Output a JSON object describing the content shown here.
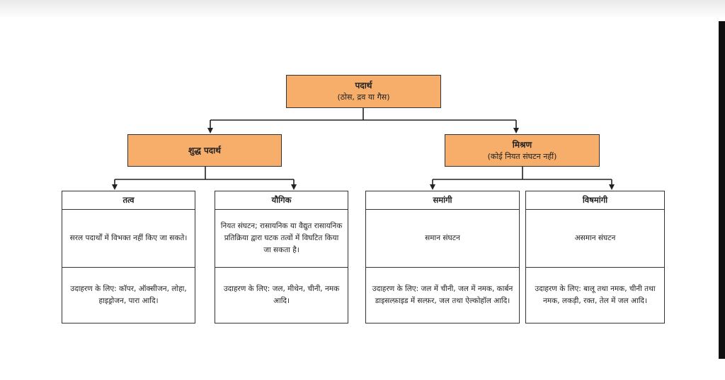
{
  "root": {
    "title": "पदार्थ",
    "subtitle": "(ठोस, द्रव या गैस)"
  },
  "left": {
    "title": "शुद्ध पदार्थ",
    "children": [
      {
        "head": "तत्व",
        "definition": "सरल पदार्थों में विभक्त नहीं किए जा सकते।",
        "example": "उदाहरण के लिए: कॉपर, ऑक्सीजन, लोहा, हाइड्रोजन, पारा आदि।"
      },
      {
        "head": "यौगिक",
        "definition": "नियत संघटन; रासायनिक या वैद्युत रासायनिक प्रतिक्रिया द्वारा घटक तत्वों में विघटित किया जा सकता है।",
        "example": "उदाहरण के लिए: जल, मीथेन, चीनी, नमक आदि।"
      }
    ]
  },
  "right": {
    "title": "मिश्रण",
    "subtitle": "(कोई नियत संघटन नहीं)",
    "children": [
      {
        "head": "समांगी",
        "definition": "समान संघटन",
        "example": "उदाहरण के लिए: जल में चीनी, जल में नमक, कार्बन डाइसल्फ़ाइड में सल्फ़र, जल तथा ऐल्कोहॉल आदि।"
      },
      {
        "head": "विषमांगी",
        "definition": "असमान संघटन",
        "example": "उदाहरण के लिए: बालू तथा नमक, चीनी तथा नमक, लकड़ी, रक्त, तेल में जल आदि।"
      }
    ]
  },
  "colors": {
    "node_fill": "#f7ae6a",
    "border": "#333333",
    "connector": "#222222"
  }
}
